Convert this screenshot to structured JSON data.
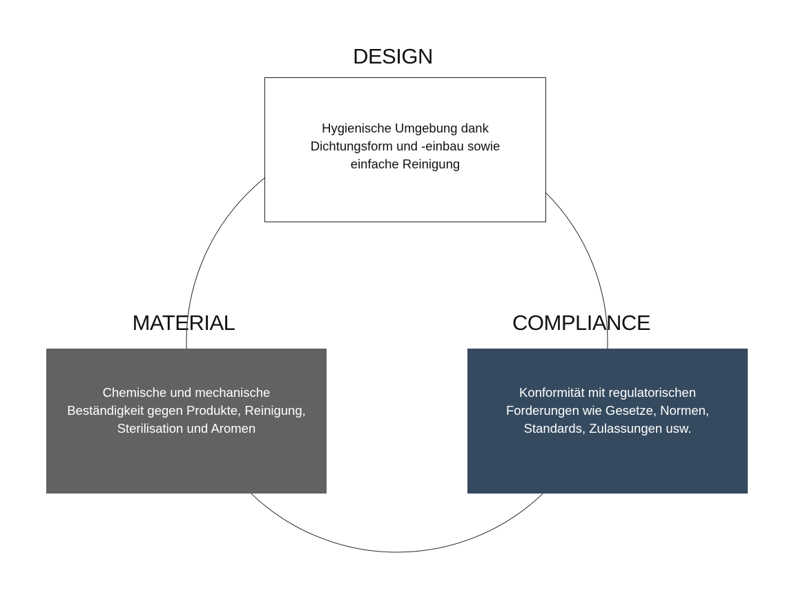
{
  "colors": {
    "material_box": "#626261",
    "compliance_box": "#354a5f",
    "circle_stroke": "#222222"
  },
  "design": {
    "heading": "DESIGN",
    "text": "Hygienische Umgebung dank\nDichtungsform und -einbau sowie\neinfache Reinigung"
  },
  "material": {
    "heading": "MATERIAL",
    "text": "Chemische und mechanische\nBeständigkeit gegen Produkte, Reinigung,\nSterilisation und Aromen"
  },
  "compliance": {
    "heading": "COMPLIANCE",
    "text": "Konformität mit regulatorischen\nForderungen wie Gesetze, Normen,\nStandards, Zulassungen usw."
  }
}
